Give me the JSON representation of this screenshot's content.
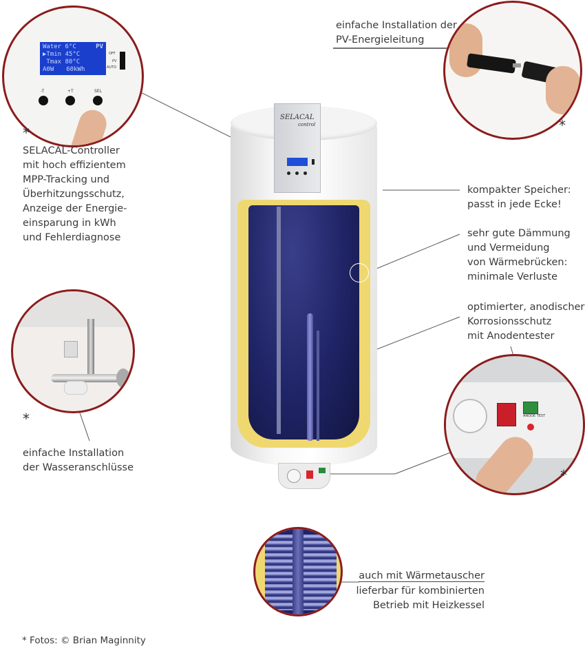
{
  "controller_caption": "SELACAL-Controller\nmit hoch effizientem\nMPP-Tracking und\nÜberhitzungsschutz,\nAnzeige der Energie-\neinsparung in kWh\nund Fehlerdiagnose",
  "pv_caption_line1": "einfache Installation der",
  "pv_caption_line2": "PV-Energieleitung",
  "compact_caption": "kompakter Speicher:\npasst in jede Ecke!",
  "insulation_caption": "sehr gute Dämmung\nund Vermeidung\nvon Wärmebrücken:\nminimale Verluste",
  "anode_caption": "optimierter, anodischer\nKorrosionsschutz\nmit Anodentester",
  "water_caption": "einfache Installation\nder  Wasseranschlüsse",
  "exchanger_caption_line1": "auch mit Wärmetauscher",
  "exchanger_caption_rest": "lieferbar für kombinierten\nBetrieb mit Heizkessel",
  "footnote": "* Fotos: © Brian Maginnity",
  "star": "*",
  "lcd": {
    "line1": "Water 6°C",
    "mode": "PV",
    "line2": "▶Tmin 45°C",
    "line3": " Tmax 80°C",
    "line4a": "A0W",
    "line4b": "60kWh"
  },
  "switch_labels": {
    "off": "OFF",
    "pv": "PV",
    "auto": "AUTO"
  },
  "button_labels": {
    "minus": "-T",
    "plus": "+T",
    "sel": "SEL"
  },
  "brand": {
    "name": "SELACAL",
    "sub": "control"
  },
  "anode_test_label": "ANODE TEST",
  "colors": {
    "circle_border": "#8b1c1c",
    "tank_inner": "#1f2466",
    "insulation": "#f0d870",
    "lcd": "#1a3fcc"
  }
}
